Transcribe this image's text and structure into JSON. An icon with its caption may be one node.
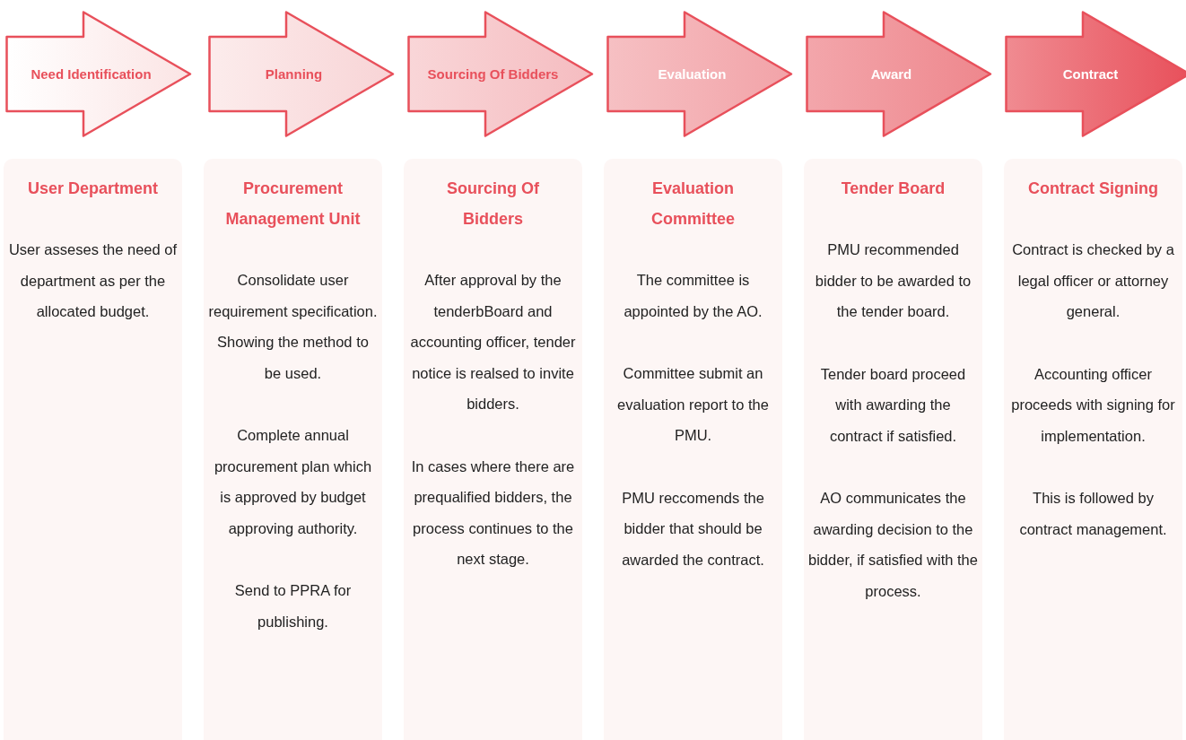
{
  "diagram": {
    "nodes": [
      {
        "text": [
          "Need Identification"
        ]
      },
      {
        "text": [
          "Planning"
        ]
      },
      {
        "text": [
          "Sourcing Of Bidders"
        ]
      },
      {
        "text": [
          "Evaluation"
        ]
      },
      {
        "text": [
          "Award"
        ]
      },
      {
        "text": [
          "Contract"
        ]
      },
      {
        "text": [
          "User Department",
          "User asseses the need of department as per the allocated budget."
        ]
      },
      {
        "text": [
          "Procurement Management Unit",
          "Consolidate user requirement specification. Showing the method to be used.",
          "Complete annual procurement plan which is approved by budget approving authority.",
          "Send to PPRA for publishing."
        ]
      },
      {
        "text": [
          "Sourcing Of Bidders",
          "After approval by the tenderbBoard and accounting officer, tender notice is realsed to invite bidders.",
          "In cases where there are prequalified bidders, the process continues to the next stage."
        ]
      },
      {
        "text": [
          "Evaluation Committee",
          "The committee is appointed by the AO.",
          "Committee submit an evaluation report to the PMU.",
          "PMU reccomends the bidder that should be awarded the contract."
        ]
      },
      {
        "text": [
          "Tender Board",
          "PMU recommended bidder to be awarded to the tender board.",
          "Tender board proceed with awarding the contract if satisfied.",
          "AO communicates the awarding decision to the bidder, if satisfied with the process."
        ]
      },
      {
        "text": [
          "Contract Signing",
          "Contract is checked by a legal officer or attorney general.",
          "Accounting officer proceeds with signing for implementation.",
          "This is followed by contract management."
        ]
      }
    ]
  }
}
